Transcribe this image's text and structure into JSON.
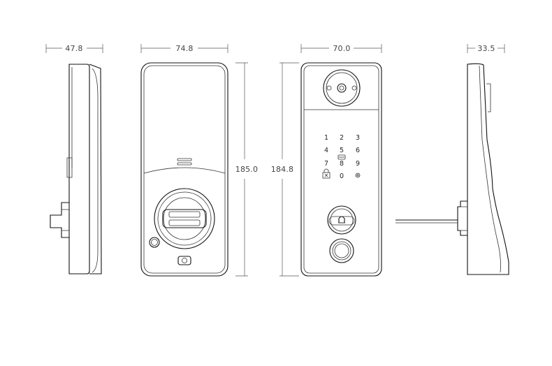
{
  "dimensions": {
    "side_left_depth": "47.8",
    "back_width": "74.8",
    "front_width": "70.0",
    "side_right_depth": "33.5",
    "back_height": "185.0",
    "front_height": "184.8"
  },
  "keypad": {
    "keys": [
      "1",
      "2",
      "3",
      "4",
      "5",
      "6",
      "7",
      "8",
      "9",
      "0"
    ]
  },
  "icons": {
    "camera": "camera-icon",
    "lock_symbol": "lock-icon",
    "doorbell": "bell-icon",
    "fingerprint": "fingerprint-icon",
    "card": "card-icon",
    "reset": "reset-icon"
  }
}
